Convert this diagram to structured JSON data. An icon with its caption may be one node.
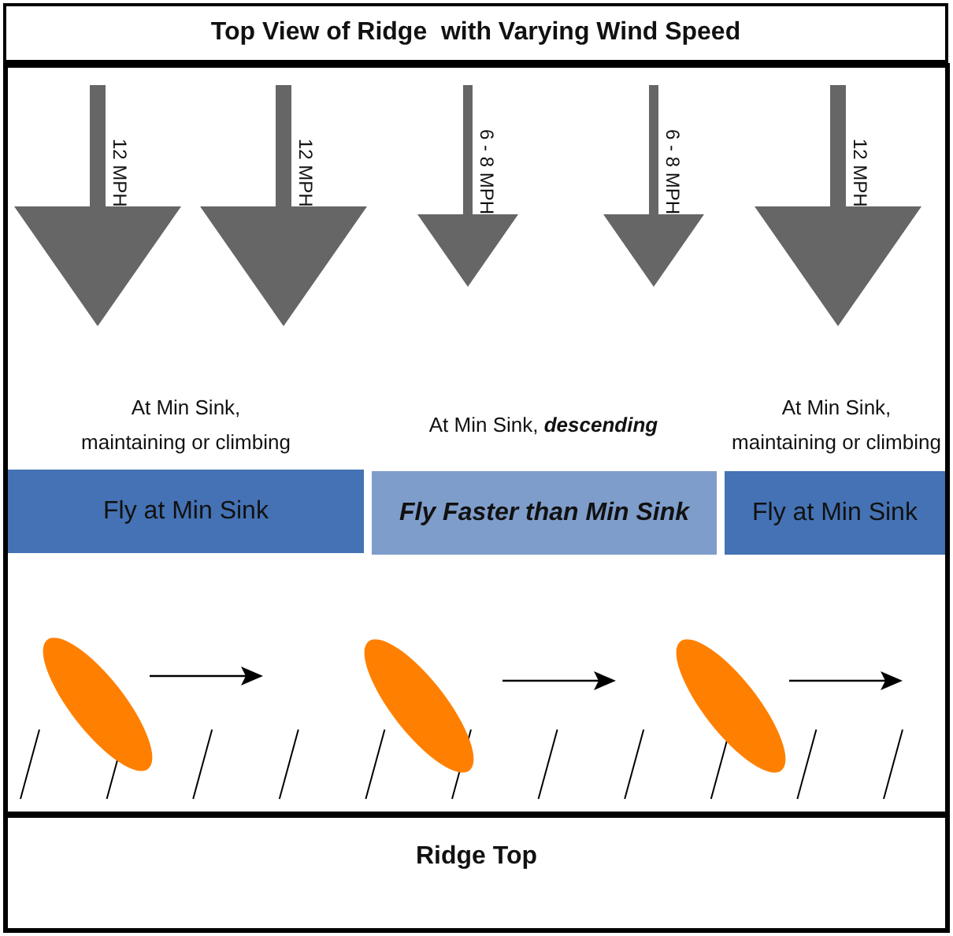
{
  "diagram": {
    "title": "Top View of Ridge  with Varying Wind Speed",
    "nodes": [
      {
        "text": [
          "Fly at Min Sink"
        ],
        "beside": [
          "At Min Sink, maintaining or climbing"
        ]
      },
      {
        "text": [
          "Fly Faster than Min Sink"
        ],
        "beside": [
          "At Min Sink, **descending**"
        ]
      },
      {
        "text": [
          "Fly at Min Sink"
        ],
        "beside": [
          "At Min Sink, maintaining or climbing"
        ]
      },
      {
        "text": [
          "Ridge Top"
        ]
      }
    ],
    "labels": [
      "12 MPH",
      "12 MPH",
      "6 - 8 MPH",
      "6 - 8 MPH",
      "12 MPH"
    ]
  }
}
